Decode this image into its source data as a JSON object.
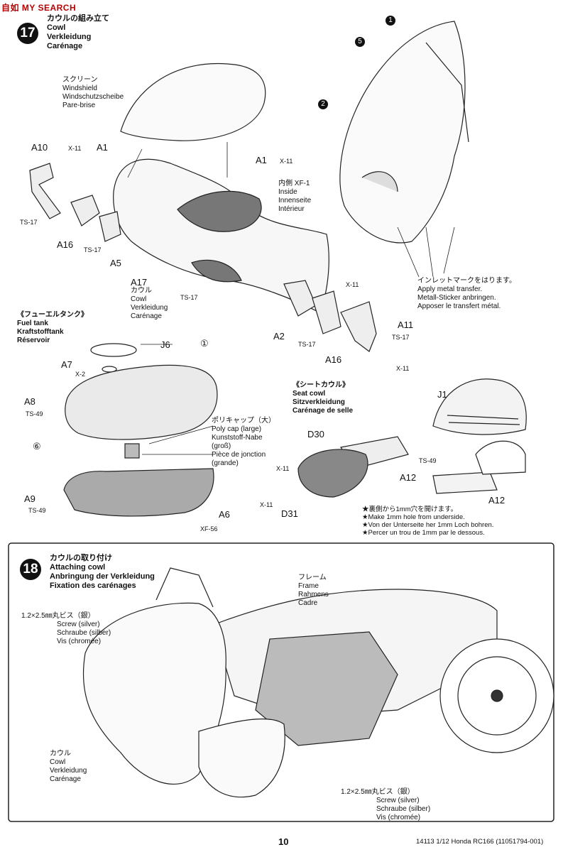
{
  "watermark": "自如 MY SEARCH",
  "step17": {
    "number": "17",
    "title": [
      "カウルの組み立て",
      "Cowl",
      "Verkleidung",
      "Carénage"
    ],
    "screen": [
      "スクリーン",
      "Windshield",
      "Windschutzscheibe",
      "Pare-brise"
    ],
    "inside": [
      "内側 XF-1",
      "Inside",
      "Innenseite",
      "Intérieur"
    ],
    "a17": [
      "カウル",
      "Cowl",
      "Verkleidung",
      "Carénage"
    ],
    "parts": {
      "A10": "A10",
      "A1a": "A1",
      "A1b": "A1",
      "A16a": "A16",
      "A16b": "A16",
      "A5": "A5",
      "A17": "A17",
      "A2": "A2",
      "A11": "A11"
    },
    "codes": {
      "x11a": "X-11",
      "x11b": "X-11",
      "x11c": "X-11",
      "x11d": "X-11",
      "ts17a": "TS-17",
      "ts17b": "TS-17",
      "ts17c": "TS-17",
      "ts17d": "TS-17",
      "ts17e": "TS-17"
    },
    "metal": [
      "インレットマークをはります。",
      "Apply metal transfer.",
      "Metall-Sticker anbringen.",
      "Apposer le transfert métal."
    ],
    "callouts": {
      "one": "1",
      "two": "2",
      "five": "5"
    }
  },
  "fueltank": {
    "title": [
      "《フューエルタンク》",
      "Fuel tank",
      "Kraftstofftank",
      "Réservoir"
    ],
    "polycap": [
      "ポリキャップ（大）",
      "Poly cap (large)",
      "Kunststoff-Nabe",
      "(groß)",
      "Pièce de jonction",
      "(grande)"
    ],
    "parts": {
      "J6": "J6",
      "A7": "A7",
      "A8": "A8",
      "A9": "A9",
      "A6": "A6"
    },
    "codes": {
      "x2": "X-2",
      "ts49a": "TS-49",
      "ts49b": "TS-49",
      "xf56": "XF-56"
    },
    "circ1": "①",
    "circ6": "⑥"
  },
  "seatcowl": {
    "title": [
      "《シートカウル》",
      "Seat cowl",
      "Sitzverkleidung",
      "Carénage de selle"
    ],
    "parts": {
      "D30": "D30",
      "D31": "D31",
      "A12a": "A12",
      "A12b": "A12",
      "J1": "J1"
    },
    "codes": {
      "x11a": "X-11",
      "x11b": "X-11",
      "ts49": "TS-49"
    },
    "hole": [
      "★裏側から1mm穴を開けます。",
      "★Make 1mm hole from underside.",
      "★Von der Unterseite her 1mm Loch bohren.",
      "★Percer un trou de 1mm par le dessous."
    ]
  },
  "step18": {
    "number": "18",
    "title": [
      "カウルの取り付け",
      "Attaching cowl",
      "Anbringung der Verkleidung",
      "Fixation des carénages"
    ],
    "frame": [
      "フレーム",
      "Frame",
      "Rahmens",
      "Cadre"
    ],
    "screw1": [
      "1.2×2.5㎜丸ビス（銀）",
      "Screw (silver)",
      "Schraube (silber)",
      "Vis (chromée)"
    ],
    "screw2": [
      "1.2×2.5㎜丸ビス（銀）",
      "Screw (silver)",
      "Schraube (silber)",
      "Vis (chromée)"
    ],
    "cowl": [
      "カウル",
      "Cowl",
      "Verkleidung",
      "Carénage"
    ]
  },
  "footer": {
    "page": "10",
    "ref": "14113  1/12 Honda RC166 (11051794-001)"
  }
}
